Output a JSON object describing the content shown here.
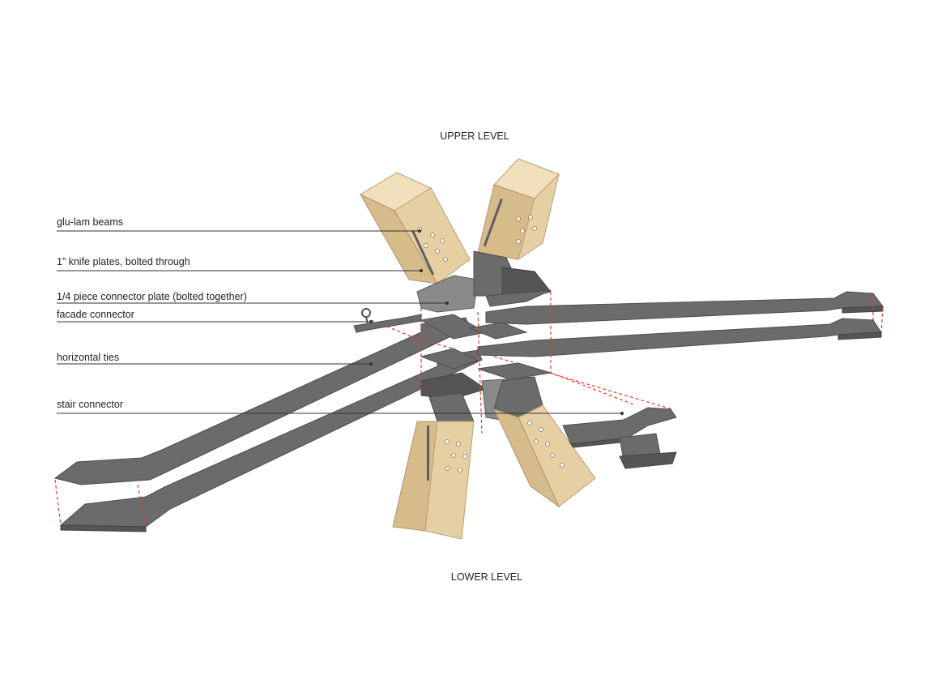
{
  "levels": {
    "upper": "UPPER LEVEL",
    "lower": "LOWER LEVEL"
  },
  "callouts": [
    "glu-lam beams",
    "1” knife plates, bolted through",
    "1/4 piece connector plate (bolted together)",
    "facade connector",
    "horizontal ties",
    "stair connector"
  ],
  "colors": {
    "steel": "#6b6b6b",
    "wood": "#e6cfa3",
    "dashed_alignment": "#e0402a"
  }
}
